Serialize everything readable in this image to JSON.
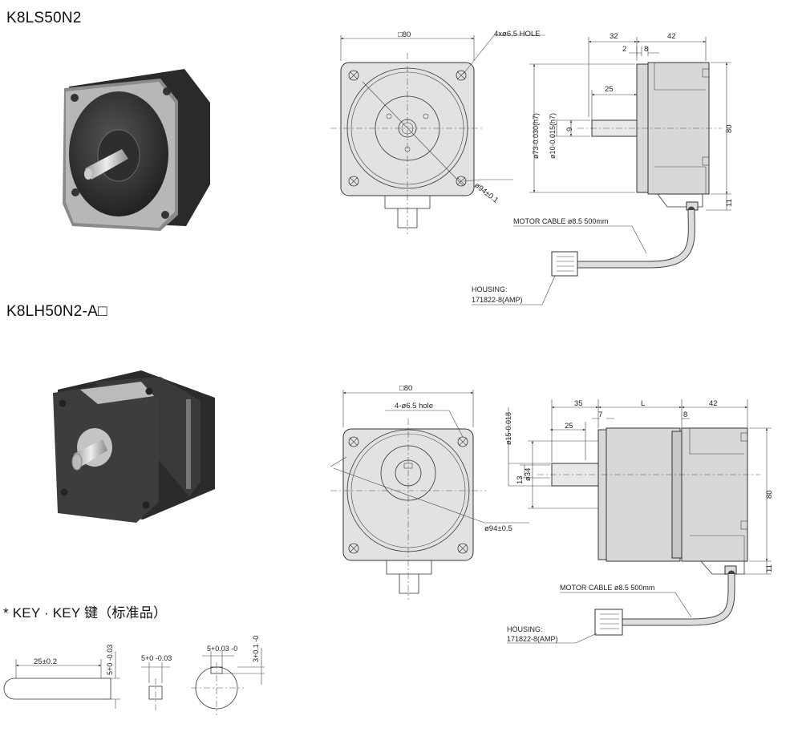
{
  "products": {
    "a": {
      "model": "K8LS50N2"
    },
    "b": {
      "model": "K8LH50N2-A□"
    }
  },
  "key_section": {
    "title": "* KEY · KEY 键（标准品）"
  },
  "drawing_a": {
    "square_dim": "□80",
    "hole_note": "4xø6.5 HOLE",
    "pcd_note": "ø94±0.1",
    "dim_32": "32",
    "dim_42": "42",
    "dim_2": "2",
    "dim_8": "8",
    "dim_25": "25",
    "dim_9": "9",
    "dim_80": "80",
    "dim_11": "11",
    "dia_73": "ø73-0.030(h7)",
    "dia_10": "ø10-0.015(h7)",
    "cable": "MOTOR CABLE ø8.5 500mm",
    "housing_1": "HOUSING:",
    "housing_2": "171822-8(AMP)"
  },
  "drawing_b": {
    "square_dim": "□80",
    "hole_note": "4-ø6.5 hole",
    "pcd_note": "ø94±0.5",
    "dim_35": "35",
    "dim_L": "L",
    "dim_42": "42",
    "dim_25": "25",
    "dim_7": "7",
    "dim_8": "8",
    "dim_34": "ø34",
    "dim_13": "13",
    "dim_80": "80",
    "dim_11": "11",
    "dia_15": "ø15-0.018",
    "cable": "MOTOR CABLE ø8.5 500mm",
    "housing_1": "HOUSING:",
    "housing_2": "171822-8(AMP)"
  },
  "key_drawing": {
    "len": "25±0.2",
    "w1": "5+0 -0.03",
    "w2": "5+0 -0.03",
    "w3": "5+0.03 -0",
    "d": "3+0.1 -0"
  }
}
